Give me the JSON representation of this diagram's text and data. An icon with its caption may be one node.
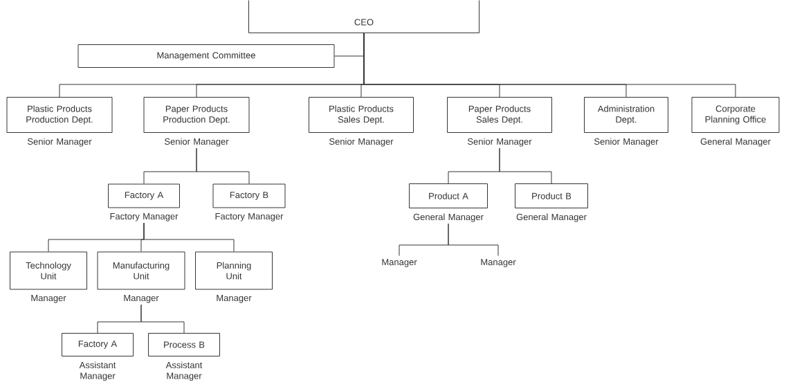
{
  "diagram": {
    "nodes": [
      {
        "text": [
          "CEO"
        ]
      },
      {
        "text": [
          "Management Committee"
        ]
      },
      {
        "text": [
          "Plastic Products Production Dept."
        ],
        "beside": [
          "Senior Manager"
        ]
      },
      {
        "text": [
          "Paper Products Production Dept."
        ],
        "beside": [
          "Senior Manager"
        ]
      },
      {
        "text": [
          "Plastic Products Sales Dept."
        ],
        "beside": [
          "Senior Manager"
        ]
      },
      {
        "text": [
          "Paper Products Sales Dept."
        ],
        "beside": [
          "Senior Manager"
        ]
      },
      {
        "text": [
          "Administration Dept."
        ],
        "beside": [
          "Senior Manager"
        ]
      },
      {
        "text": [
          "Corporate Planning Office"
        ],
        "beside": [
          "General Manager"
        ]
      },
      {
        "text": [
          "Factory A"
        ],
        "beside": [
          "Factory Manager"
        ]
      },
      {
        "text": [
          "Factory B"
        ],
        "beside": [
          "Factory Manager"
        ]
      },
      {
        "text": [
          "Product A"
        ],
        "beside": [
          "General Manager"
        ]
      },
      {
        "text": [
          "Product B"
        ],
        "beside": [
          "General Manager"
        ]
      },
      {
        "text": [
          "Technology Unit"
        ],
        "beside": [
          "Manager"
        ]
      },
      {
        "text": [
          "Manufacturing Unit"
        ],
        "beside": [
          "Manager"
        ]
      },
      {
        "text": [
          "Planning Unit"
        ],
        "beside": [
          "Manager"
        ]
      },
      {
        "text": [
          "Manager"
        ]
      },
      {
        "text": [
          "Manager"
        ]
      },
      {
        "text": [
          "Factory A"
        ],
        "beside": [
          "Assistant Manager"
        ]
      },
      {
        "text": [
          "Process B"
        ],
        "beside": [
          "Assistant Manager"
        ]
      }
    ],
    "edges": [
      {
        "from": 0,
        "to": 1,
        "arrow": "none"
      },
      {
        "from": 0,
        "to": 2,
        "arrow": "none"
      },
      {
        "from": 0,
        "to": 3,
        "arrow": "none"
      },
      {
        "from": 0,
        "to": 4,
        "arrow": "none"
      },
      {
        "from": 0,
        "to": 5,
        "arrow": "none"
      },
      {
        "from": 0,
        "to": 6,
        "arrow": "none"
      },
      {
        "from": 0,
        "to": 7,
        "arrow": "none"
      },
      {
        "from": 3,
        "to": 8,
        "arrow": "none"
      },
      {
        "from": 3,
        "to": 9,
        "arrow": "none"
      },
      {
        "from": 5,
        "to": 10,
        "arrow": "none"
      },
      {
        "from": 5,
        "to": 11,
        "arrow": "none"
      },
      {
        "from": 8,
        "to": 12,
        "arrow": "none"
      },
      {
        "from": 8,
        "to": 13,
        "arrow": "none"
      },
      {
        "from": 8,
        "to": 14,
        "arrow": "none"
      },
      {
        "from": 10,
        "to": 15,
        "arrow": "none"
      },
      {
        "from": 10,
        "to": 16,
        "arrow": "none"
      },
      {
        "from": 13,
        "to": 17,
        "arrow": "none"
      },
      {
        "from": 13,
        "to": 18,
        "arrow": "none"
      }
    ]
  }
}
